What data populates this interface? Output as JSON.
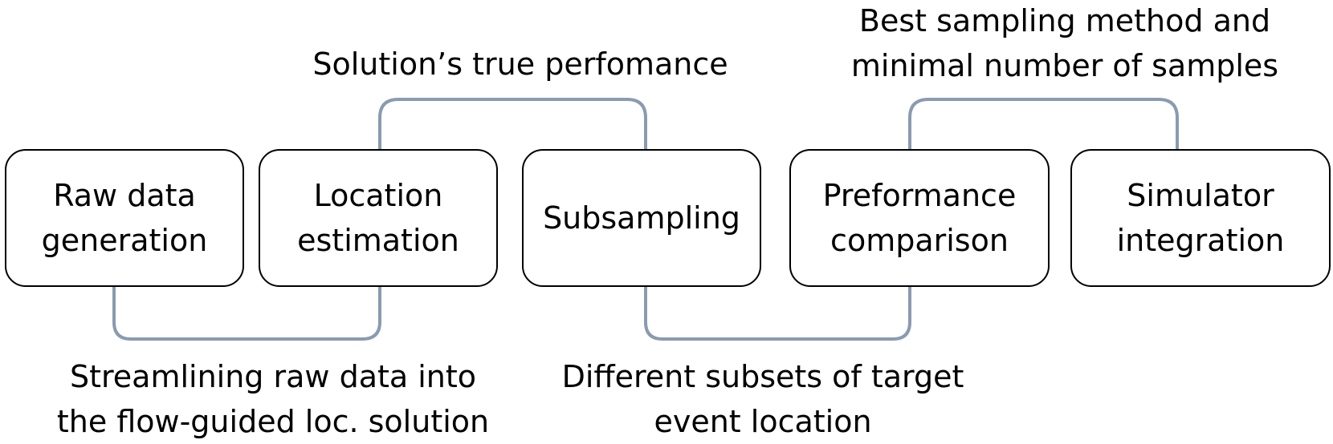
{
  "diagram": {
    "steps": [
      {
        "line1": "Raw data",
        "line2": "generation"
      },
      {
        "line1": "Location",
        "line2": "estimation"
      },
      {
        "line1": "Subsampling",
        "line2": ""
      },
      {
        "line1": "Preformance",
        "line2": "comparison"
      },
      {
        "line1": "Simulator",
        "line2": "integration"
      }
    ],
    "annotations": {
      "top_1": {
        "line1": "Solution’s true perfomance",
        "line2": ""
      },
      "top_2": {
        "line1": "Best sampling method and",
        "line2": "minimal number of samples"
      },
      "bottom_1": {
        "line1": "Streamlining raw data into",
        "line2": "the flow-guided loc. solution"
      },
      "bottom_2": {
        "line1": "Different subsets of target",
        "line2": "event location"
      }
    },
    "colors": {
      "connector": "#8a9bb0",
      "box_border": "#000000"
    }
  }
}
